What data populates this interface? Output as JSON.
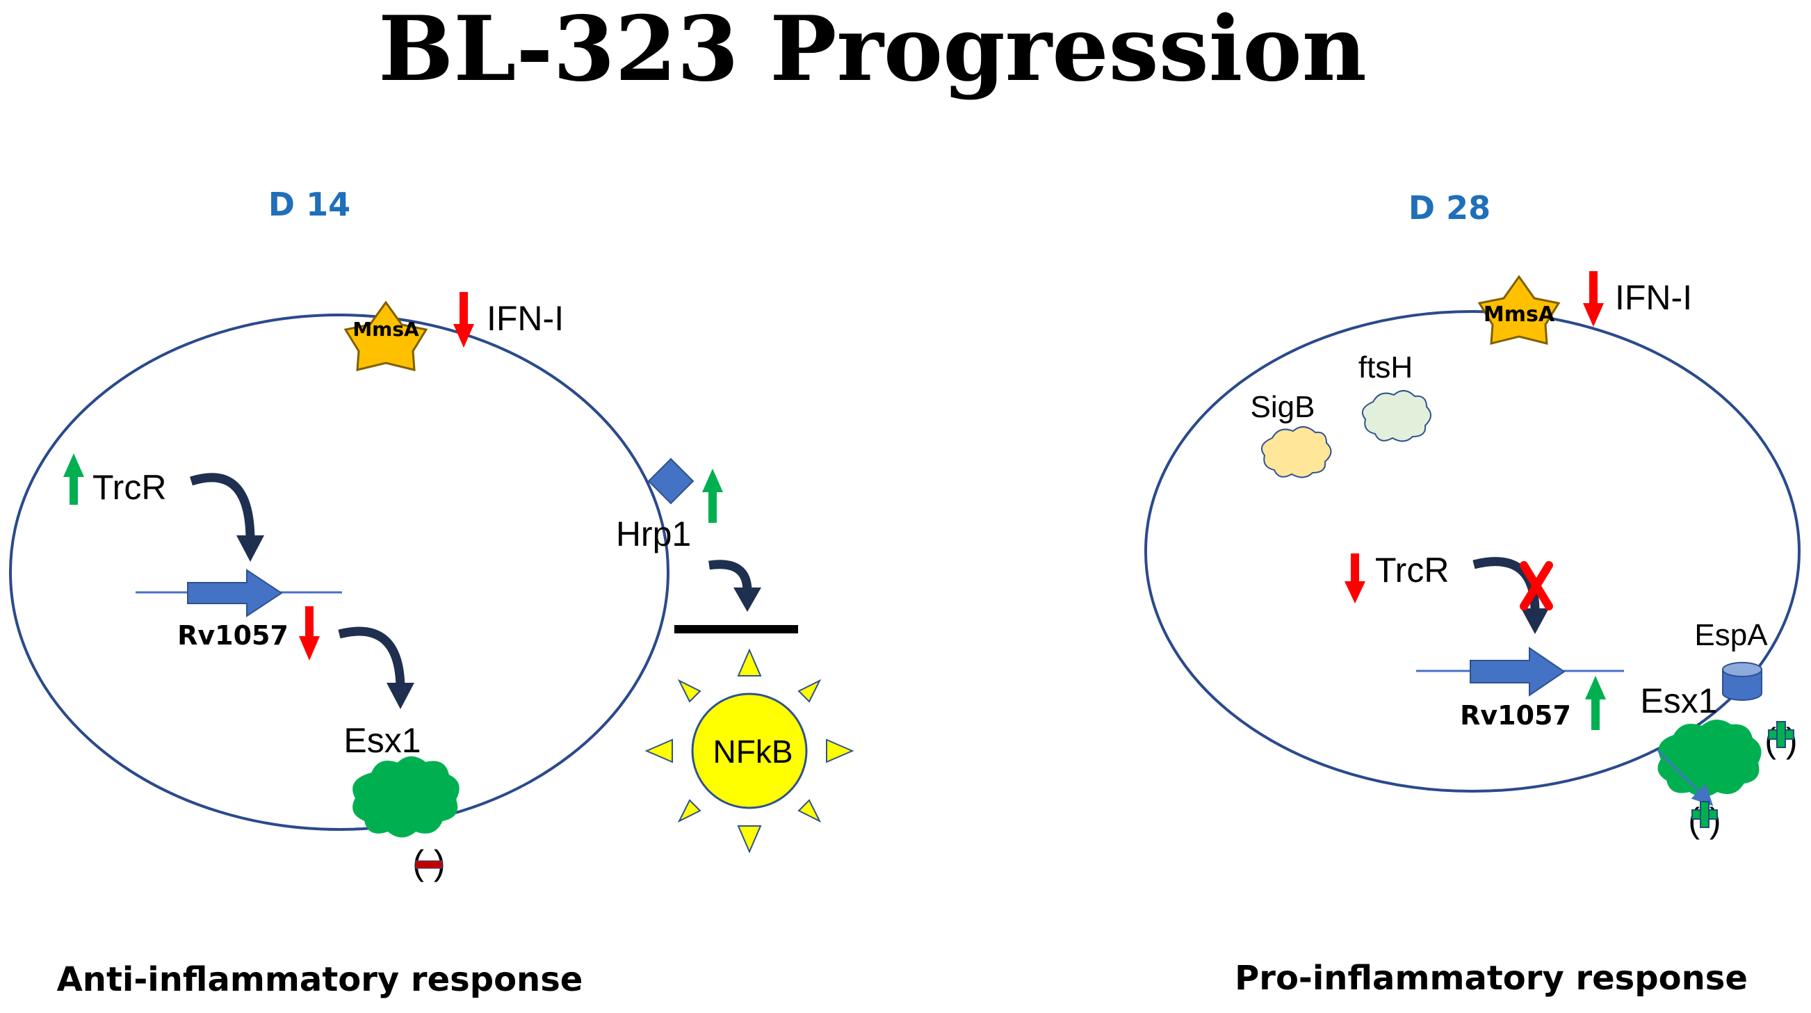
{
  "title": "BL-323 Progression",
  "left_panel": {
    "day": "D 14",
    "mmsa": "MmsA",
    "ifn": "IFN-I",
    "trcr": "TrcR",
    "hrp1": "Hrp1",
    "rv1057": "Rv1057",
    "esx1": "Esx1",
    "effect": "(   )",
    "nfkb": "NFkB",
    "response": "Anti-inflammatory response"
  },
  "right_panel": {
    "day": "D 28",
    "mmsa": "MmsA",
    "ifn": "IFN-I",
    "ftsh": "ftsH",
    "sigb": "SigB",
    "trcr": "TrcR",
    "rv1057": "Rv1057",
    "espa": "EspA",
    "esx1": "Esx1",
    "effect1": "(   )",
    "effect2": "(   )",
    "response": "Pro-inflammatory response"
  },
  "colors": {
    "day_label": "#1f6fba",
    "cell_outline": "#2a4a8c",
    "gene_arrow": "#4472c4",
    "down_arrow": "#ff0000",
    "up_arrow": "#00b050",
    "star": "#ffc000",
    "nfkb_sun": "#ffff00",
    "esx1_blob": "#00b050",
    "sigb_blob": "#ffe699",
    "ftsh_blob": "#e2efda"
  }
}
